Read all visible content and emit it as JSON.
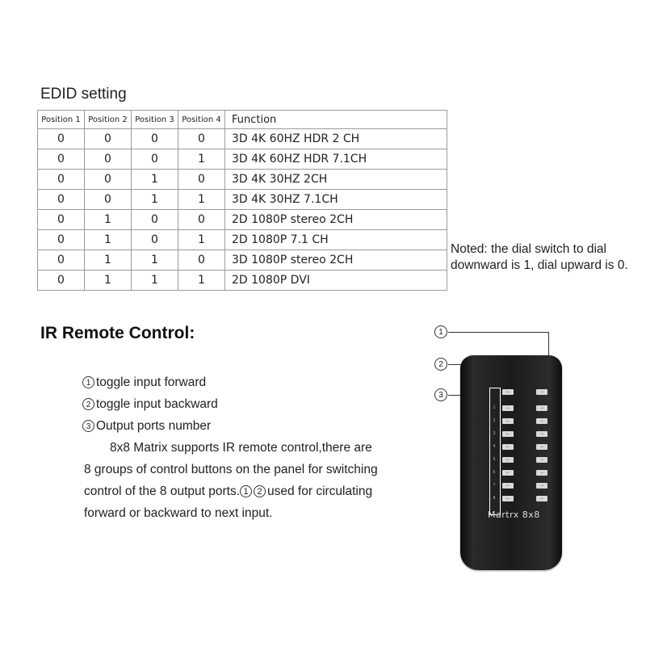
{
  "edid": {
    "title": "EDID setting",
    "headers": [
      "Position 1",
      "Position 2",
      "Position 3",
      "Position 4",
      "Function"
    ],
    "rows": [
      [
        "0",
        "0",
        "0",
        "0",
        "3D 4K 60HZ HDR 2 CH"
      ],
      [
        "0",
        "0",
        "0",
        "1",
        "3D 4K 60HZ HDR 7.1CH"
      ],
      [
        "0",
        "0",
        "1",
        "0",
        "3D 4K 30HZ 2CH"
      ],
      [
        "0",
        "0",
        "1",
        "1",
        "3D 4K 30HZ 7.1CH"
      ],
      [
        "0",
        "1",
        "0",
        "0",
        "2D 1080P stereo 2CH"
      ],
      [
        "0",
        "1",
        "0",
        "1",
        "2D 1080P 7.1 CH"
      ],
      [
        "0",
        "1",
        "1",
        "0",
        "3D 1080P stereo 2CH"
      ],
      [
        "0",
        "1",
        "1",
        "1",
        "2D 1080P DVI"
      ]
    ],
    "note": "Noted: the dial switch to dial downward is 1, dial upward is 0."
  },
  "ir": {
    "title": "IR Remote Control:",
    "items": [
      {
        "marker": "1",
        "text": "toggle input forward"
      },
      {
        "marker": "2",
        "text": "toggle input backward"
      },
      {
        "marker": "3",
        "text": "Output ports number"
      }
    ],
    "paragraph_line1": "8x8 Matrix supports IR remote control,there are",
    "paragraph_line2": "8 groups of control buttons on the panel for switching",
    "paragraph_line3_a": "control of the 8 output ports.",
    "paragraph_line3_m1": "1",
    "paragraph_line3_m2": "2",
    "paragraph_line3_b": "used for circulating",
    "paragraph_line4": "forward or backward to next input."
  },
  "remote": {
    "label": "Martrx 8x8",
    "callouts": [
      "1",
      "2",
      "3"
    ],
    "port_numbers": [
      "1",
      "2",
      "3",
      "4",
      "5",
      "6",
      "7",
      "8"
    ],
    "left_button_glyph": "←",
    "right_button_glyph": "→"
  }
}
